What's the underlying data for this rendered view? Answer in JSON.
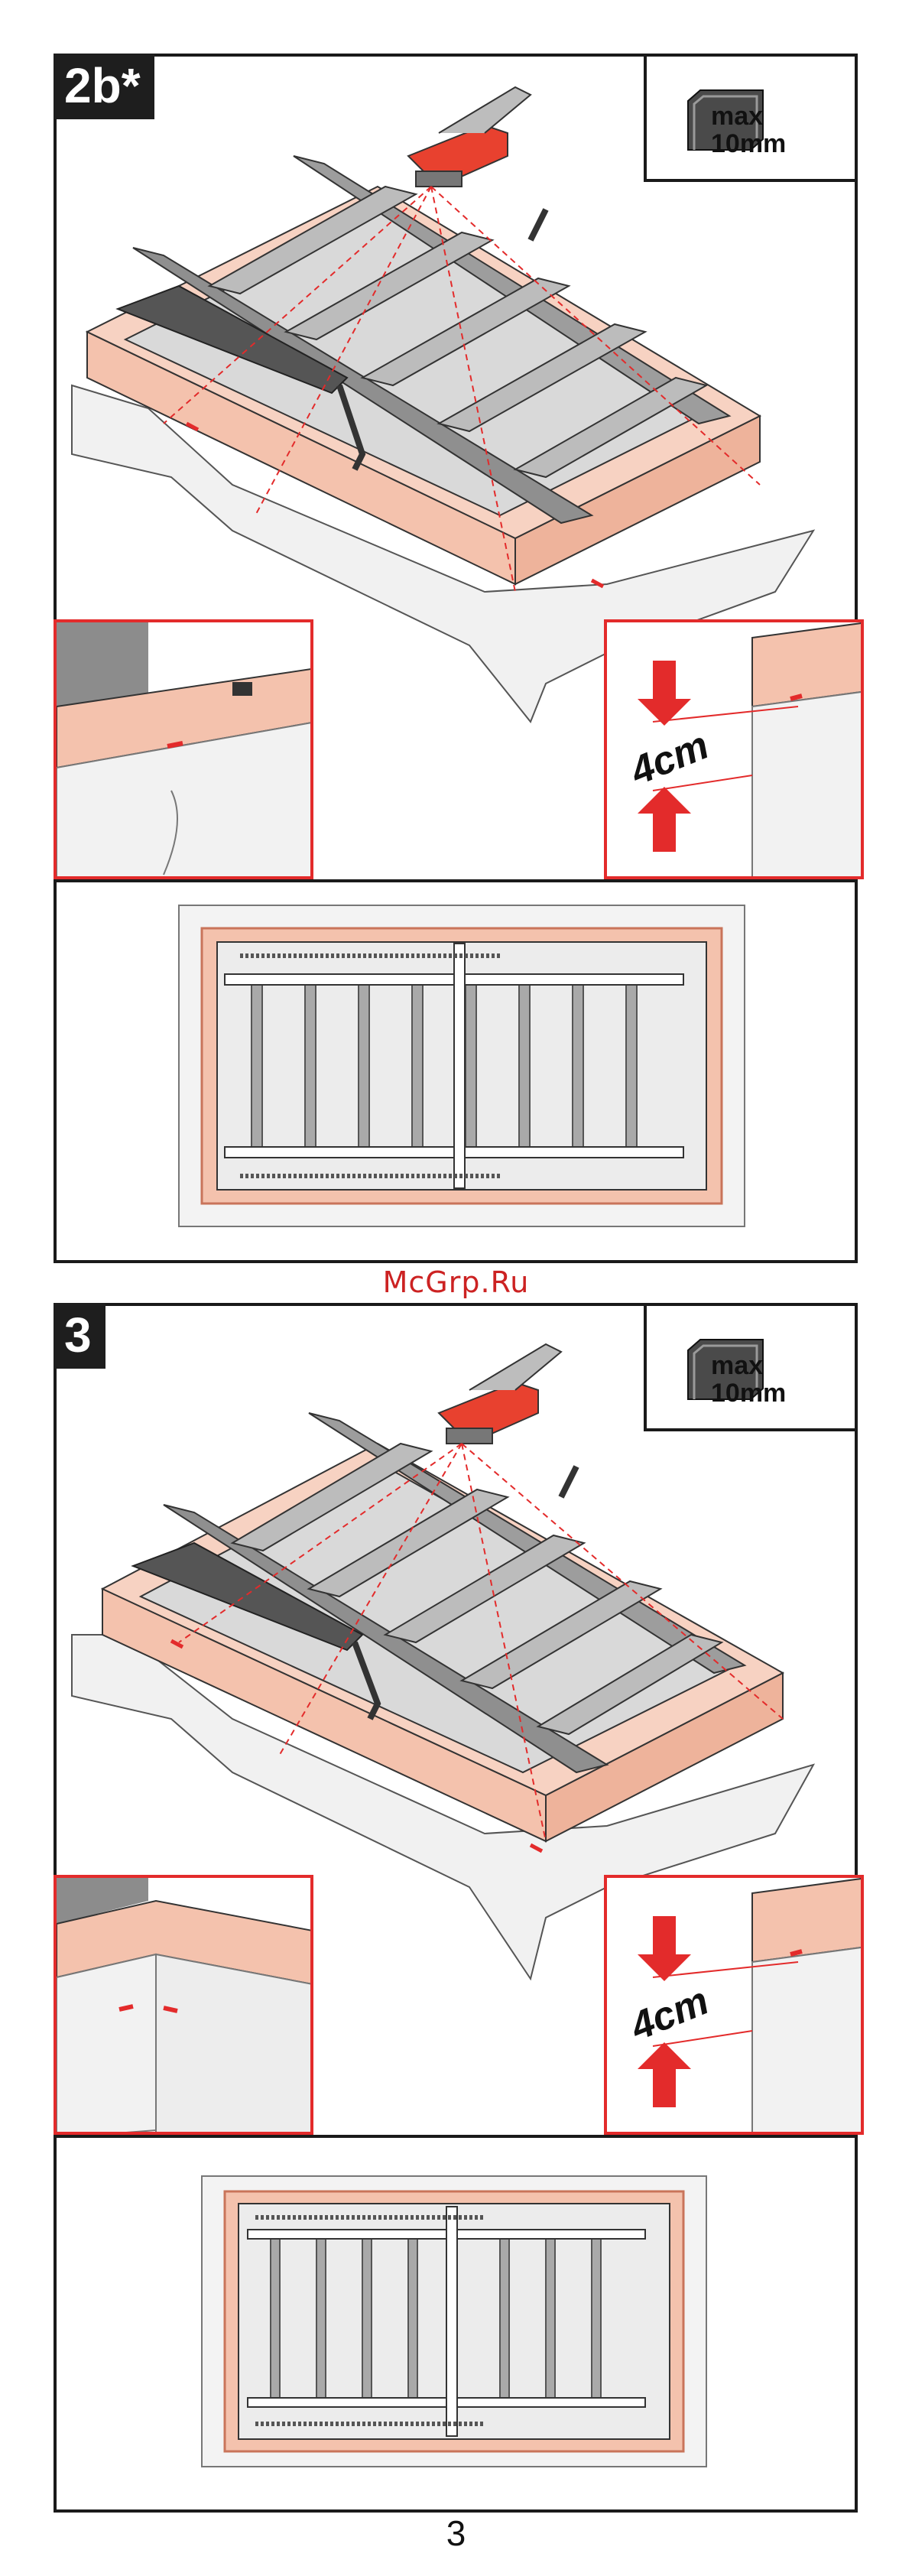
{
  "steps": [
    {
      "label": "2b*",
      "staple_label_line1": "max",
      "staple_label_line2": "10mm",
      "measurement": "4cm"
    },
    {
      "label": "3",
      "staple_label_line1": "max",
      "staple_label_line2": "10mm",
      "measurement": "4cm"
    }
  ],
  "watermark": "McGrp.Ru",
  "page_number": "3",
  "colors": {
    "frame_wood": "#f4c2ad",
    "frame_edge": "#c9745a",
    "ladder_grey": "#a9a9a9",
    "ladder_dark": "#6e6e6e",
    "stapler_red": "#e8412f",
    "accent_red": "#e32b2b",
    "ink": "#1a1a1a"
  },
  "icons": [
    "stapler-icon",
    "staple-icon",
    "arrow-down-icon",
    "arrow-up-icon"
  ]
}
